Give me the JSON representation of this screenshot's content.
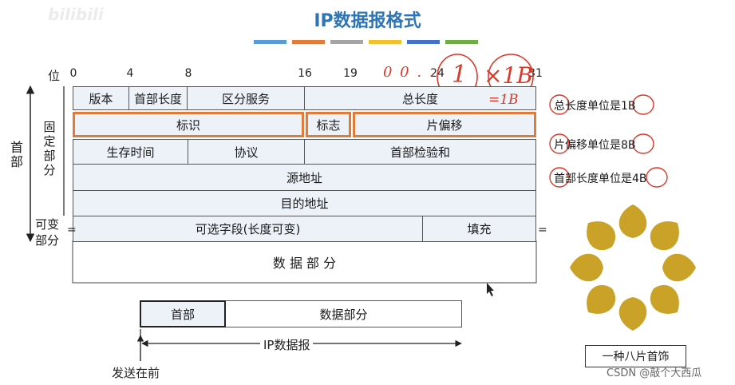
{
  "watermark": "bilibili",
  "title": "IP数据报格式",
  "accent_colors": [
    "#5b9bd5",
    "#e07b39",
    "#a5a5a5",
    "#f2c12e",
    "#4472c4",
    "#70ad47"
  ],
  "bit_axis": {
    "prefix": "位",
    "ticks": [
      "0",
      "4",
      "8",
      "16",
      "19",
      "24",
      "31"
    ]
  },
  "fields": {
    "version": "版本",
    "header_length": "首部长度",
    "dscp": "区分服务",
    "total_length": "总长度",
    "identification": "标识",
    "flags": "标志",
    "fragment_offset": "片偏移",
    "ttl": "生存时间",
    "protocol": "协议",
    "checksum": "首部检验和",
    "src": "源地址",
    "dst": "目的地址",
    "options": "可选字段(长度可变)",
    "padding": "填充",
    "data": "数 据 部 分"
  },
  "left_labels": {
    "header": "首部",
    "fixed_part": "固定部分",
    "variable_part_line1": "可变",
    "variable_part_line2": "部分",
    "eq": "="
  },
  "annotations": {
    "dots": "0 0 . .",
    "one": "1",
    "times": "×1B",
    "eq_1b": "=1B",
    "units": [
      {
        "circled": "总",
        "text": "长度单位是",
        "num": "1B"
      },
      {
        "circled": "片",
        "text": "偏移单位是",
        "num": "8B"
      },
      {
        "circled": "首",
        "text": "部长度单位是",
        "num": "4B"
      }
    ]
  },
  "datagram": {
    "header": "首部",
    "data": "数据部分",
    "label": "IP数据报",
    "send_first": "发送在前"
  },
  "decoration": {
    "caption": "一种八片首饰",
    "petal_color": "#c9a227"
  },
  "credit": "CSDN @敲个大西瓜"
}
